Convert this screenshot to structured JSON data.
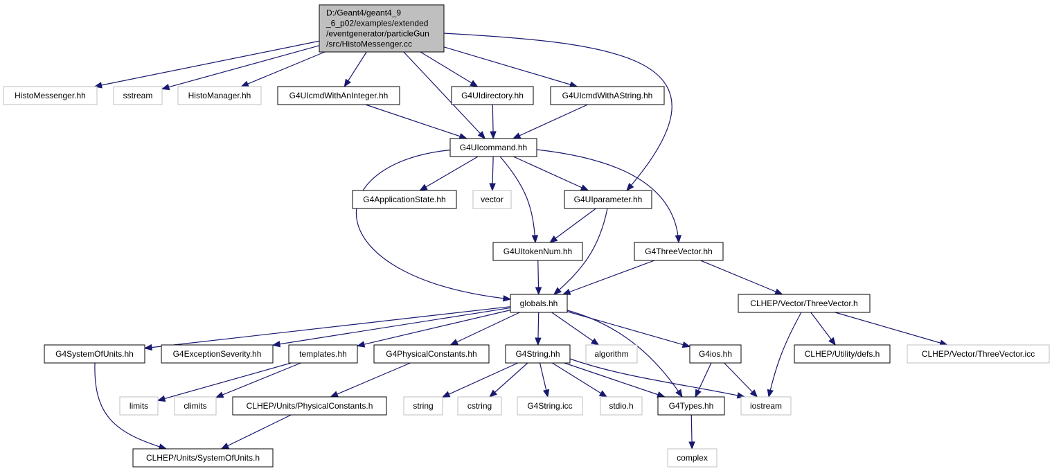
{
  "colors": {
    "edge": "#191970",
    "root_fill": "#bfbfbf",
    "internal_border": "#000000",
    "leaf_border": "#bfbfbf",
    "background": "#ffffff"
  },
  "nodes": {
    "root": {
      "lines": [
        "D:/Geant4/geant4_9",
        "_6_p02/examples/extended",
        "/eventgenerator/particleGun",
        "/src/HistoMessenger.cc"
      ],
      "kind": "root"
    },
    "histomessenger_hh": {
      "lines": [
        "HistoMessenger.hh"
      ],
      "kind": "leaf"
    },
    "sstream": {
      "lines": [
        "sstream"
      ],
      "kind": "leaf"
    },
    "histomanager_hh": {
      "lines": [
        "HistoManager.hh"
      ],
      "kind": "leaf"
    },
    "g4uicmdwithaninteger_hh": {
      "lines": [
        "G4UIcmdWithAnInteger.hh"
      ],
      "kind": "internal"
    },
    "g4uidirectory_hh": {
      "lines": [
        "G4UIdirectory.hh"
      ],
      "kind": "internal"
    },
    "g4uicmdwithastring_hh": {
      "lines": [
        "G4UIcmdWithAString.hh"
      ],
      "kind": "internal"
    },
    "g4uicommand_hh": {
      "lines": [
        "G4UIcommand.hh"
      ],
      "kind": "internal"
    },
    "g4applicationstate_hh": {
      "lines": [
        "G4ApplicationState.hh"
      ],
      "kind": "internal"
    },
    "vector": {
      "lines": [
        "vector"
      ],
      "kind": "leaf"
    },
    "g4uiparameter_hh": {
      "lines": [
        "G4UIparameter.hh"
      ],
      "kind": "internal"
    },
    "g4uitokennum_hh": {
      "lines": [
        "G4UItokenNum.hh"
      ],
      "kind": "internal"
    },
    "g4threevector_hh": {
      "lines": [
        "G4ThreeVector.hh"
      ],
      "kind": "internal"
    },
    "globals_hh": {
      "lines": [
        "globals.hh"
      ],
      "kind": "internal"
    },
    "clhep_threevector_h": {
      "lines": [
        "CLHEP/Vector/ThreeVector.h"
      ],
      "kind": "internal"
    },
    "g4systemofunits_hh": {
      "lines": [
        "G4SystemOfUnits.hh"
      ],
      "kind": "internal"
    },
    "g4exceptionseverity_hh": {
      "lines": [
        "G4ExceptionSeverity.hh"
      ],
      "kind": "internal"
    },
    "templates_hh": {
      "lines": [
        "templates.hh"
      ],
      "kind": "internal"
    },
    "g4physicalconstants_hh": {
      "lines": [
        "G4PhysicalConstants.hh"
      ],
      "kind": "internal"
    },
    "g4string_hh": {
      "lines": [
        "G4String.hh"
      ],
      "kind": "internal"
    },
    "algorithm": {
      "lines": [
        "algorithm"
      ],
      "kind": "leaf"
    },
    "g4ios_hh": {
      "lines": [
        "G4ios.hh"
      ],
      "kind": "internal"
    },
    "clhep_defs_h": {
      "lines": [
        "CLHEP/Utility/defs.h"
      ],
      "kind": "internal"
    },
    "clhep_threevector_icc": {
      "lines": [
        "CLHEP/Vector/ThreeVector.icc"
      ],
      "kind": "leaf"
    },
    "limits": {
      "lines": [
        "limits"
      ],
      "kind": "leaf"
    },
    "climits": {
      "lines": [
        "climits"
      ],
      "kind": "leaf"
    },
    "clhep_physicalconstants_h": {
      "lines": [
        "CLHEP/Units/PhysicalConstants.h"
      ],
      "kind": "internal"
    },
    "string": {
      "lines": [
        "string"
      ],
      "kind": "leaf"
    },
    "cstring": {
      "lines": [
        "cstring"
      ],
      "kind": "leaf"
    },
    "g4string_icc": {
      "lines": [
        "G4String.icc"
      ],
      "kind": "leaf"
    },
    "stdio_h": {
      "lines": [
        "stdio.h"
      ],
      "kind": "leaf"
    },
    "g4types_hh": {
      "lines": [
        "G4Types.hh"
      ],
      "kind": "internal"
    },
    "iostream": {
      "lines": [
        "iostream"
      ],
      "kind": "leaf"
    },
    "clhep_systemofunits_h": {
      "lines": [
        "CLHEP/Units/SystemOfUnits.h"
      ],
      "kind": "internal"
    },
    "complex": {
      "lines": [
        "complex"
      ],
      "kind": "leaf"
    }
  },
  "edges": [
    [
      "root",
      "histomessenger_hh"
    ],
    [
      "root",
      "sstream"
    ],
    [
      "root",
      "histomanager_hh"
    ],
    [
      "root",
      "g4uicmdwithaninteger_hh"
    ],
    [
      "root",
      "g4uicommand_hh"
    ],
    [
      "root",
      "g4uidirectory_hh"
    ],
    [
      "root",
      "g4uicmdwithastring_hh"
    ],
    [
      "root",
      "g4uiparameter_hh"
    ],
    [
      "g4uicmdwithaninteger_hh",
      "g4uicommand_hh"
    ],
    [
      "g4uidirectory_hh",
      "g4uicommand_hh"
    ],
    [
      "g4uicmdwithastring_hh",
      "g4uicommand_hh"
    ],
    [
      "g4uicommand_hh",
      "g4applicationstate_hh"
    ],
    [
      "g4uicommand_hh",
      "vector"
    ],
    [
      "g4uicommand_hh",
      "g4uiparameter_hh"
    ],
    [
      "g4uicommand_hh",
      "g4uitokennum_hh"
    ],
    [
      "g4uicommand_hh",
      "g4threevector_hh"
    ],
    [
      "g4uicommand_hh",
      "globals_hh"
    ],
    [
      "g4uiparameter_hh",
      "g4uitokennum_hh"
    ],
    [
      "g4uiparameter_hh",
      "globals_hh"
    ],
    [
      "g4uitokennum_hh",
      "globals_hh"
    ],
    [
      "g4threevector_hh",
      "globals_hh"
    ],
    [
      "g4threevector_hh",
      "clhep_threevector_h"
    ],
    [
      "globals_hh",
      "g4systemofunits_hh"
    ],
    [
      "globals_hh",
      "g4exceptionseverity_hh"
    ],
    [
      "globals_hh",
      "templates_hh"
    ],
    [
      "globals_hh",
      "g4physicalconstants_hh"
    ],
    [
      "globals_hh",
      "g4string_hh"
    ],
    [
      "globals_hh",
      "algorithm"
    ],
    [
      "globals_hh",
      "g4ios_hh"
    ],
    [
      "globals_hh",
      "g4types_hh"
    ],
    [
      "clhep_threevector_h",
      "clhep_defs_h"
    ],
    [
      "clhep_threevector_h",
      "clhep_threevector_icc"
    ],
    [
      "clhep_threevector_h",
      "iostream"
    ],
    [
      "g4systemofunits_hh",
      "clhep_systemofunits_h"
    ],
    [
      "templates_hh",
      "limits"
    ],
    [
      "templates_hh",
      "climits"
    ],
    [
      "g4physicalconstants_hh",
      "clhep_physicalconstants_h"
    ],
    [
      "clhep_physicalconstants_h",
      "clhep_systemofunits_h"
    ],
    [
      "g4string_hh",
      "string"
    ],
    [
      "g4string_hh",
      "cstring"
    ],
    [
      "g4string_hh",
      "g4string_icc"
    ],
    [
      "g4string_hh",
      "stdio_h"
    ],
    [
      "g4string_hh",
      "g4types_hh"
    ],
    [
      "g4string_hh",
      "iostream"
    ],
    [
      "g4ios_hh",
      "g4types_hh"
    ],
    [
      "g4ios_hh",
      "iostream"
    ],
    [
      "g4types_hh",
      "complex"
    ]
  ]
}
